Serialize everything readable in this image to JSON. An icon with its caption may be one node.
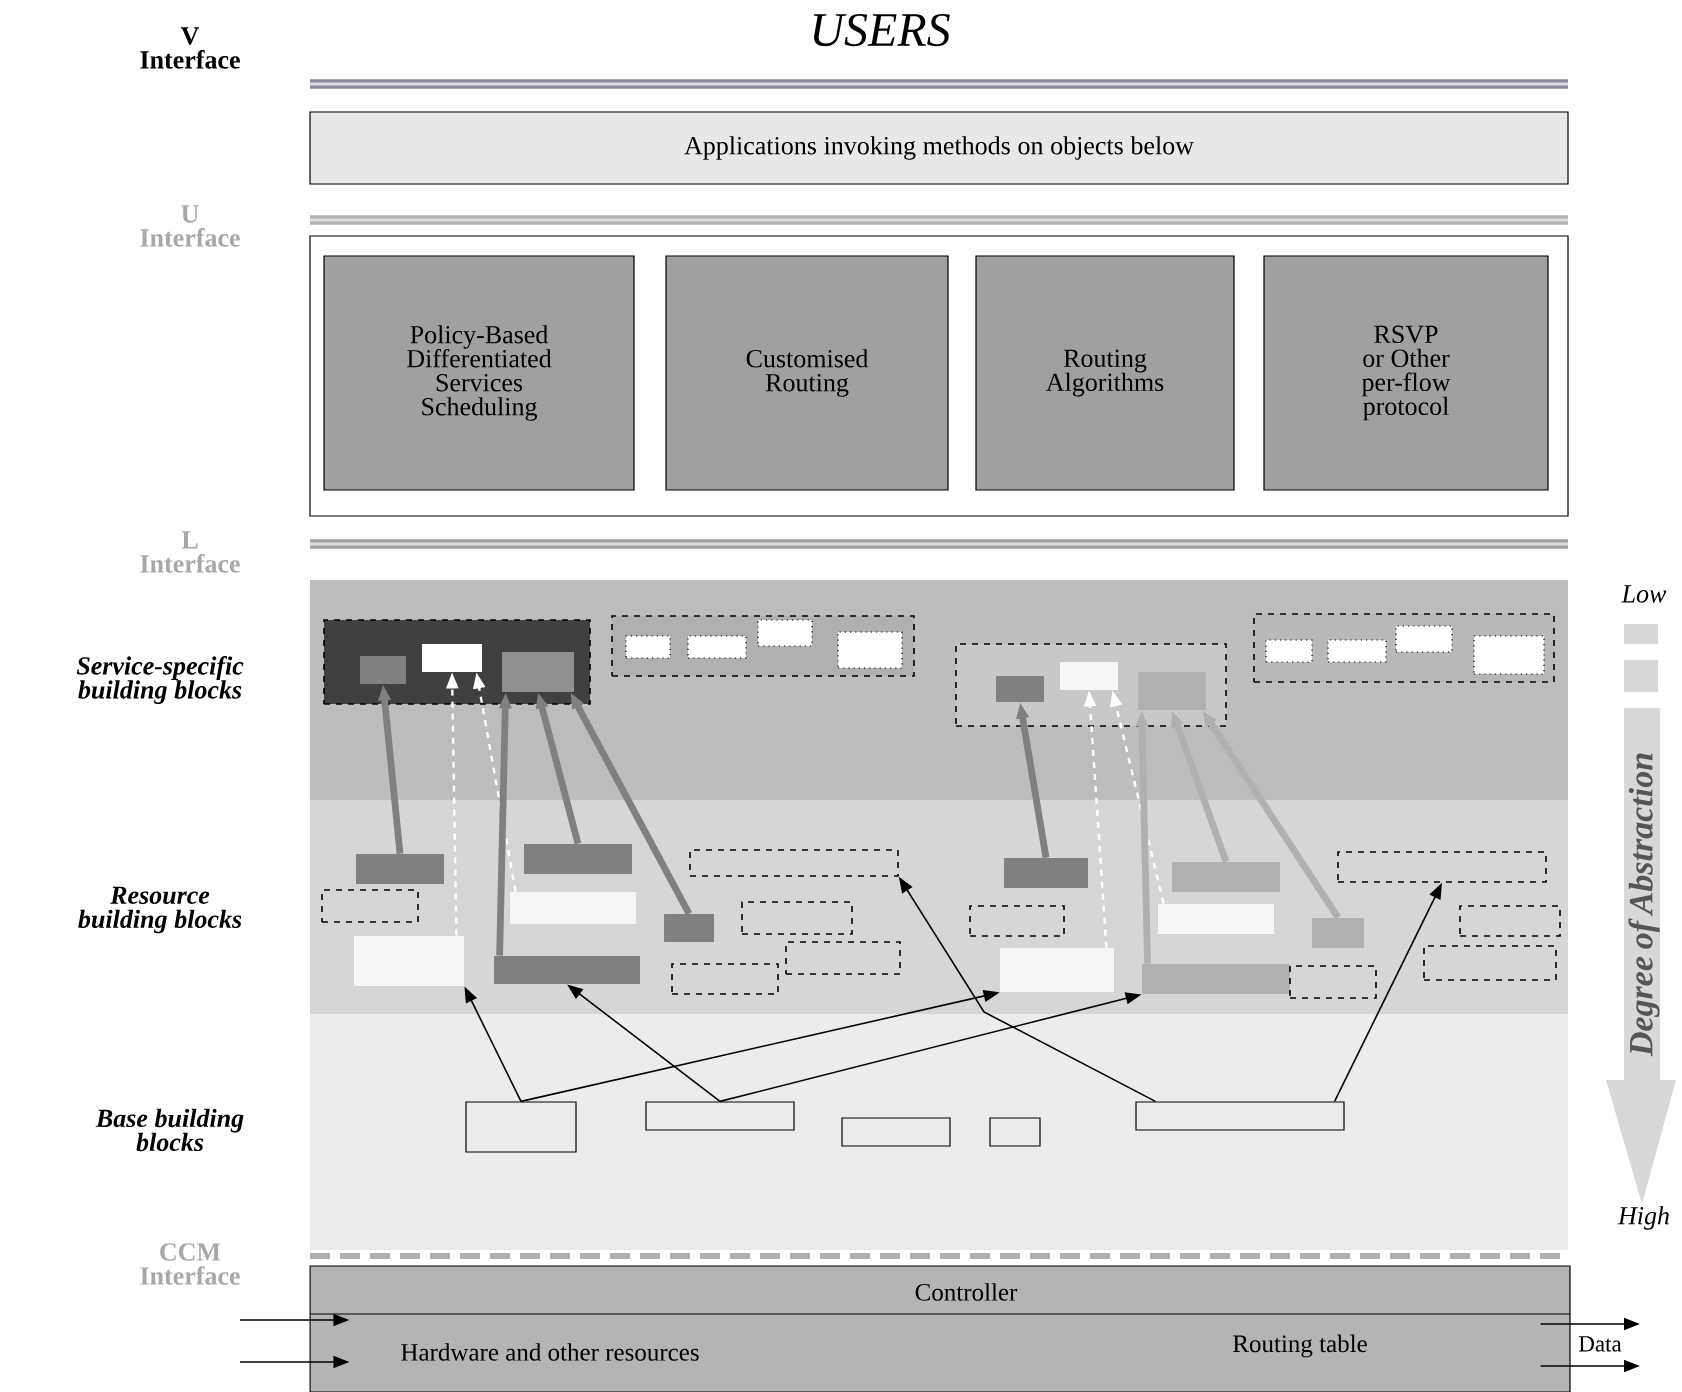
{
  "diagram": {
    "title": "USERS",
    "nodes": [
      {
        "text": [
          "Applications invoking methods on objects below"
        ]
      },
      {
        "text": [],
        "shape": "box"
      },
      {
        "text": [
          "Policy-Based Differentiated Services Scheduling"
        ],
        "in": 1
      },
      {
        "text": [
          "Customised Routing"
        ],
        "in": 1
      },
      {
        "text": [
          "Routing Algorithms"
        ],
        "in": 1
      },
      {
        "text": [
          "RSVP or Other per-flow protocol"
        ],
        "in": 1
      },
      {
        "text": [],
        "shape": "box"
      },
      {
        "text": [],
        "shape": "box",
        "in": 6
      },
      {
        "text": [],
        "shape": "box",
        "in": 6
      },
      {
        "text": [],
        "shape": "box",
        "in": 6
      },
      {
        "text": [],
        "shape": "box"
      },
      {
        "text": [],
        "shape": "box",
        "in": 10
      },
      {
        "text": [],
        "shape": "box",
        "in": 10
      },
      {
        "text": [],
        "shape": "box",
        "in": 10
      },
      {
        "text": [],
        "shape": "box",
        "in": 10
      },
      {
        "text": [],
        "shape": "box"
      },
      {
        "text": [],
        "shape": "box",
        "in": 15
      },
      {
        "text": [],
        "shape": "box",
        "in": 15
      },
      {
        "text": [],
        "shape": "box",
        "in": 15
      },
      {
        "text": [],
        "shape": "box"
      },
      {
        "text": [],
        "shape": "box",
        "in": 19
      },
      {
        "text": [],
        "shape": "box",
        "in": 19
      },
      {
        "text": [],
        "shape": "box",
        "in": 19
      },
      {
        "text": [],
        "shape": "box",
        "in": 19
      },
      {
        "text": [],
        "shape": "box"
      },
      {
        "text": [],
        "shape": "box"
      },
      {
        "text": [],
        "shape": "box"
      },
      {
        "text": [],
        "shape": "box"
      },
      {
        "text": [],
        "shape": "box"
      },
      {
        "text": [],
        "shape": "box"
      },
      {
        "text": [],
        "shape": "box"
      },
      {
        "text": [],
        "shape": "box"
      },
      {
        "text": [],
        "shape": "box"
      },
      {
        "text": [],
        "shape": "box"
      },
      {
        "text": [],
        "shape": "box"
      },
      {
        "text": [],
        "shape": "box"
      },
      {
        "text": [],
        "shape": "box"
      },
      {
        "text": [],
        "shape": "box"
      },
      {
        "text": [],
        "shape": "box"
      },
      {
        "text": [],
        "shape": "box"
      },
      {
        "text": [],
        "shape": "box"
      },
      {
        "text": [],
        "shape": "box"
      },
      {
        "text": [],
        "shape": "box"
      },
      {
        "text": [],
        "shape": "box"
      },
      {
        "text": [],
        "shape": "box"
      },
      {
        "text": [],
        "shape": "box"
      },
      {
        "text": [],
        "shape": "box"
      },
      {
        "text": [],
        "shape": "box"
      },
      {
        "text": [],
        "shape": "box"
      },
      {
        "text": [],
        "shape": "box"
      },
      {
        "text": [],
        "shape": "box"
      },
      {
        "text": [
          "Controller",
          "Hardware and other resources",
          "Routing table"
        ]
      }
    ],
    "edges": [
      {
        "from": 46,
        "to": 26,
        "arrow": "to"
      },
      {
        "from": 46,
        "to": 37,
        "arrow": "to"
      },
      {
        "from": 47,
        "to": 29,
        "arrow": "to"
      },
      {
        "from": 47,
        "to": 40,
        "arrow": "to"
      },
      {
        "from": 50,
        "to": 31,
        "arrow": "to"
      },
      {
        "from": 50,
        "to": 42,
        "arrow": "to"
      },
      {
        "from": 24,
        "to": 7,
        "arrow": "to",
        "style": "thick",
        "color": "#808080"
      },
      {
        "from": 26,
        "to": 8,
        "arrow": "to",
        "style": "dashed",
        "color": "#ffffff"
      },
      {
        "from": 28,
        "to": 8,
        "arrow": "to",
        "style": "dashed",
        "color": "#ffffff"
      },
      {
        "from": 27,
        "to": 9,
        "arrow": "to",
        "style": "thick",
        "color": "#808080"
      },
      {
        "from": 29,
        "to": 9,
        "arrow": "to",
        "style": "thick",
        "color": "#808080"
      },
      {
        "from": 30,
        "to": 9,
        "arrow": "to",
        "style": "thick",
        "color": "#808080"
      },
      {
        "from": 35,
        "to": 16,
        "arrow": "to",
        "style": "thick",
        "color": "#808080"
      },
      {
        "from": 37,
        "to": 17,
        "arrow": "to",
        "style": "dashed",
        "color": "#ffffff"
      },
      {
        "from": 39,
        "to": 17,
        "arrow": "to",
        "style": "dashed",
        "color": "#ffffff"
      },
      {
        "from": 38,
        "to": 18,
        "arrow": "to",
        "style": "thick",
        "color": "#b0b0b0"
      },
      {
        "from": 40,
        "to": 18,
        "arrow": "to",
        "style": "thick",
        "color": "#b0b0b0"
      },
      {
        "from": 41,
        "to": 18,
        "arrow": "to",
        "style": "thick",
        "color": "#b0b0b0"
      },
      {
        "from": null,
        "to": 51,
        "arrow": "to"
      },
      {
        "from": null,
        "to": 51,
        "arrow": "to"
      },
      {
        "from": 51,
        "to": null,
        "arrow": "to"
      },
      {
        "from": 51,
        "to": null,
        "arrow": "to",
        "label": "Data"
      }
    ],
    "labels": [
      "V Interface",
      "U Interface",
      "L Interface",
      "Low",
      "Service-specific building blocks",
      "Resource building blocks",
      "Degree of Abstraction",
      "Base building blocks",
      "High",
      "CCM Interface"
    ]
  }
}
